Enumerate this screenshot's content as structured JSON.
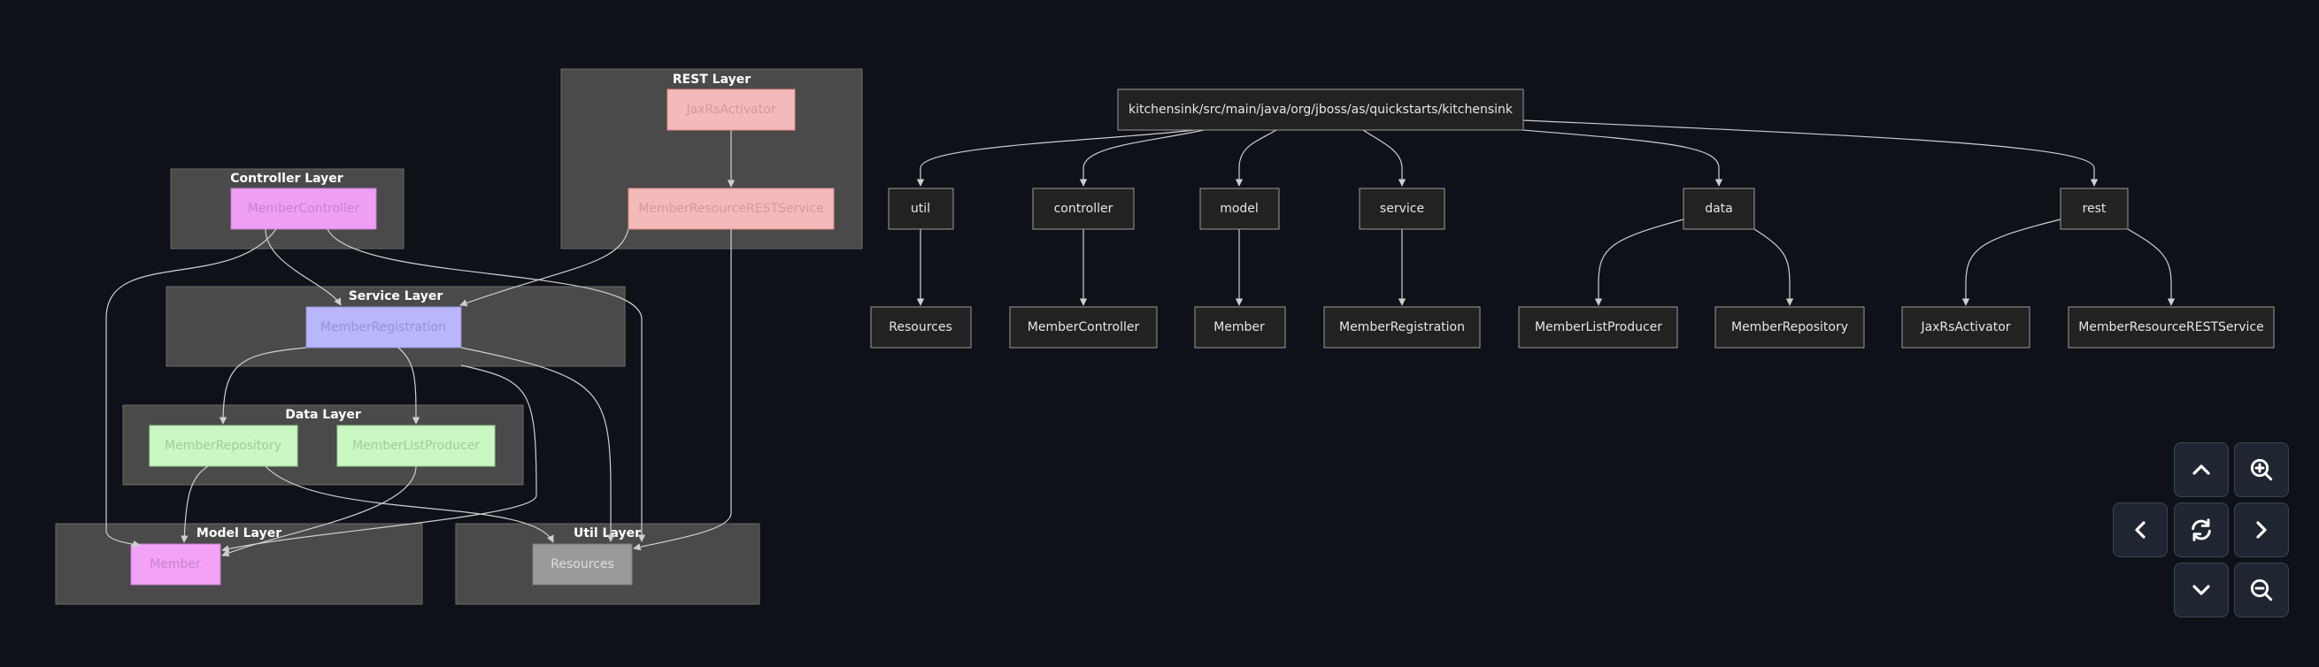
{
  "layers": {
    "rest": "REST Layer",
    "controller": "Controller Layer",
    "service": "Service Layer",
    "data": "Data Layer",
    "model": "Model Layer",
    "util": "Util Layer"
  },
  "nodes": {
    "jaxrs_activator": "JaxRsActivator",
    "member_resource_rest_service": "MemberResourceRESTService",
    "member_controller": "MemberController",
    "member_registration": "MemberRegistration",
    "member_repository": "MemberRepository",
    "member_list_producer": "MemberListProducer",
    "member": "Member",
    "resources": "Resources"
  },
  "tree": {
    "root": "kitchensink/src/main/java/org/jboss/as/quickstarts/kitchensink",
    "packages": {
      "util": "util",
      "controller": "controller",
      "model": "model",
      "service": "service",
      "data": "data",
      "rest": "rest"
    },
    "classes": {
      "resources": "Resources",
      "member_controller": "MemberController",
      "member": "Member",
      "member_registration": "MemberRegistration",
      "member_list_producer": "MemberListProducer",
      "member_repository": "MemberRepository",
      "jaxrs_activator": "JaxRsActivator",
      "member_resource_rest_service": "MemberResourceRESTService"
    }
  },
  "controls": {
    "icons": [
      "chevron-up-icon",
      "zoom-in-icon",
      "chevron-left-icon",
      "reset-icon",
      "chevron-right-icon",
      "chevron-down-icon",
      "zoom-out-icon"
    ]
  },
  "colors": {
    "background": "#0e1117",
    "layer_fill": "#4a4a4a",
    "rest_nodes": "#f4b9b9",
    "controller_node": "#ee9ff5",
    "service_node": "#b9b6fc",
    "data_nodes": "#caf7c2",
    "model_node": "#f2a3f7",
    "util_node": "#9a9a9a",
    "tree_node_fill": "#222222",
    "tree_node_stroke": "#9a9a9a"
  }
}
